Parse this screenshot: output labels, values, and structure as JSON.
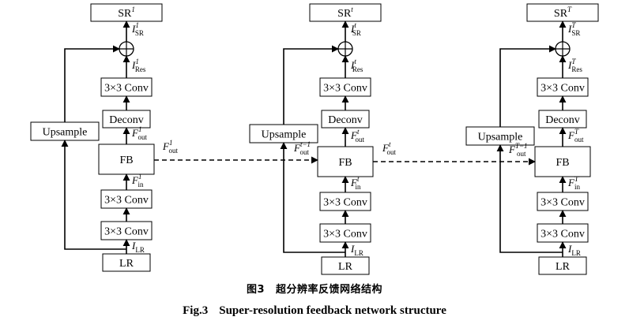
{
  "columns": [
    {
      "sr": {
        "base": "SR",
        "sup": "1"
      },
      "i_sr": {
        "base": "I",
        "sup": "1",
        "sub": "SR"
      },
      "i_res": {
        "base": "I",
        "sup": "1",
        "sub": "Res"
      },
      "conv_top": "3×3 Conv",
      "deconv": "Deconv",
      "f_out": {
        "base": "F",
        "sup": "1",
        "sub": "out"
      },
      "fb": "FB",
      "f_in": {
        "base": "F",
        "sup": "1",
        "sub": "in"
      },
      "conv_mid": "3×3 Conv",
      "conv_bot": "3×3 Conv",
      "i_lr": {
        "base": "I",
        "sub": "LR"
      },
      "lr": "LR",
      "upsample": "Upsample"
    },
    {
      "sr": {
        "base": "SR",
        "sup": "t"
      },
      "i_sr": {
        "base": "I",
        "sup": "t",
        "sub": "SR"
      },
      "i_res": {
        "base": "I",
        "sup": "t",
        "sub": "Res"
      },
      "conv_top": "3×3 Conv",
      "deconv": "Deconv",
      "f_out": {
        "base": "F",
        "sup": "t",
        "sub": "out"
      },
      "fb": "FB",
      "f_in": {
        "base": "F",
        "sup": "t",
        "sub": "in"
      },
      "conv_mid": "3×3 Conv",
      "conv_bot": "3×3 Conv",
      "i_lr": {
        "base": "I",
        "sub": "LR"
      },
      "lr": "LR",
      "upsample": "Upsample"
    },
    {
      "sr": {
        "base": "SR",
        "sup": "T"
      },
      "i_sr": {
        "base": "I",
        "sup": "T",
        "sub": "SR"
      },
      "i_res": {
        "base": "I",
        "sup": "T",
        "sub": "Res"
      },
      "conv_top": "3×3 Conv",
      "deconv": "Deconv",
      "f_out": {
        "base": "F",
        "sup": "T",
        "sub": "out"
      },
      "fb": "FB",
      "f_in": {
        "base": "F",
        "sup": "T",
        "sub": "in"
      },
      "conv_mid": "3×3 Conv",
      "conv_bot": "3×3 Conv",
      "i_lr": {
        "base": "I",
        "sub": "LR"
      },
      "lr": "LR",
      "upsample": "Upsample"
    }
  ],
  "links": [
    {
      "from": {
        "base": "F",
        "sup": "1",
        "sub": "out"
      },
      "to": {
        "base": "F",
        "sup": "t−1",
        "sub": "out"
      }
    },
    {
      "from": {
        "base": "F",
        "sup": "t",
        "sub": "out"
      },
      "to": {
        "base": "F",
        "sup": "T−1",
        "sub": "out"
      }
    }
  ],
  "caption": {
    "cn_number": "图3",
    "cn_title": "超分辨率反馈网络结构",
    "en_number": "Fig.3",
    "en_title": "Super-resolution feedback network structure"
  }
}
